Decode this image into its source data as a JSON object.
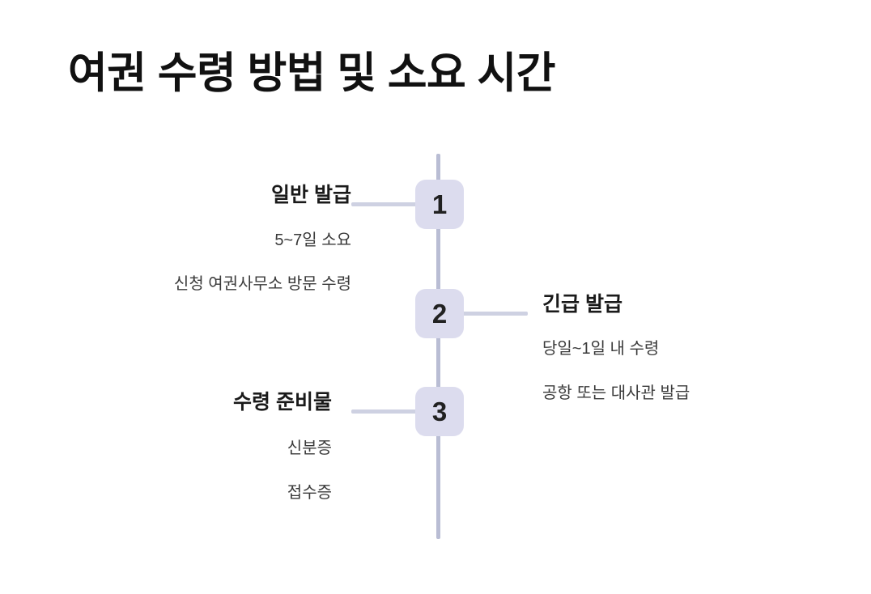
{
  "page": {
    "title": "여권 수령 방법 및 소요 시간",
    "background_color": "#ffffff",
    "node_fill_color": "#dcdcee",
    "spine_color": "#b9bdd4",
    "connector_color": "#ced1e2",
    "heading_color": "#1a1a1a",
    "body_text_color": "#3a3a3a"
  },
  "timeline": {
    "steps": [
      {
        "number": "1",
        "side": "left",
        "heading": "일반 발급",
        "lines": [
          "5~7일 소요",
          "신청 여권사무소 방문 수령"
        ]
      },
      {
        "number": "2",
        "side": "right",
        "heading": "긴급 발급",
        "lines": [
          "당일~1일 내 수령",
          "공항 또는 대사관 발급"
        ]
      },
      {
        "number": "3",
        "side": "left",
        "heading": "수령 준비물",
        "lines": [
          "신분증",
          "접수증"
        ]
      }
    ]
  }
}
